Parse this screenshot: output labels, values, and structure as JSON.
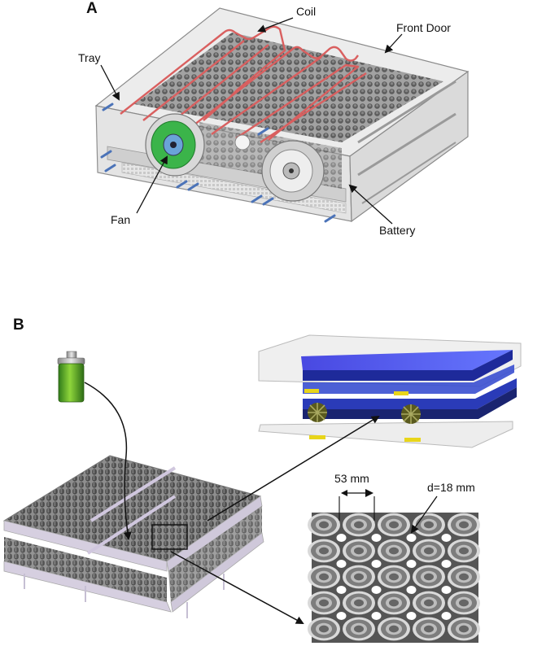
{
  "panel_a": {
    "letter": "A",
    "labels": {
      "coil": "Coil",
      "front_door": "Front Door",
      "tray": "Tray",
      "fan": "Fan",
      "battery": "Battery"
    }
  },
  "panel_b": {
    "letter": "B",
    "labels": {
      "spacing": "53 mm",
      "diameter": "d=18 mm"
    }
  }
}
